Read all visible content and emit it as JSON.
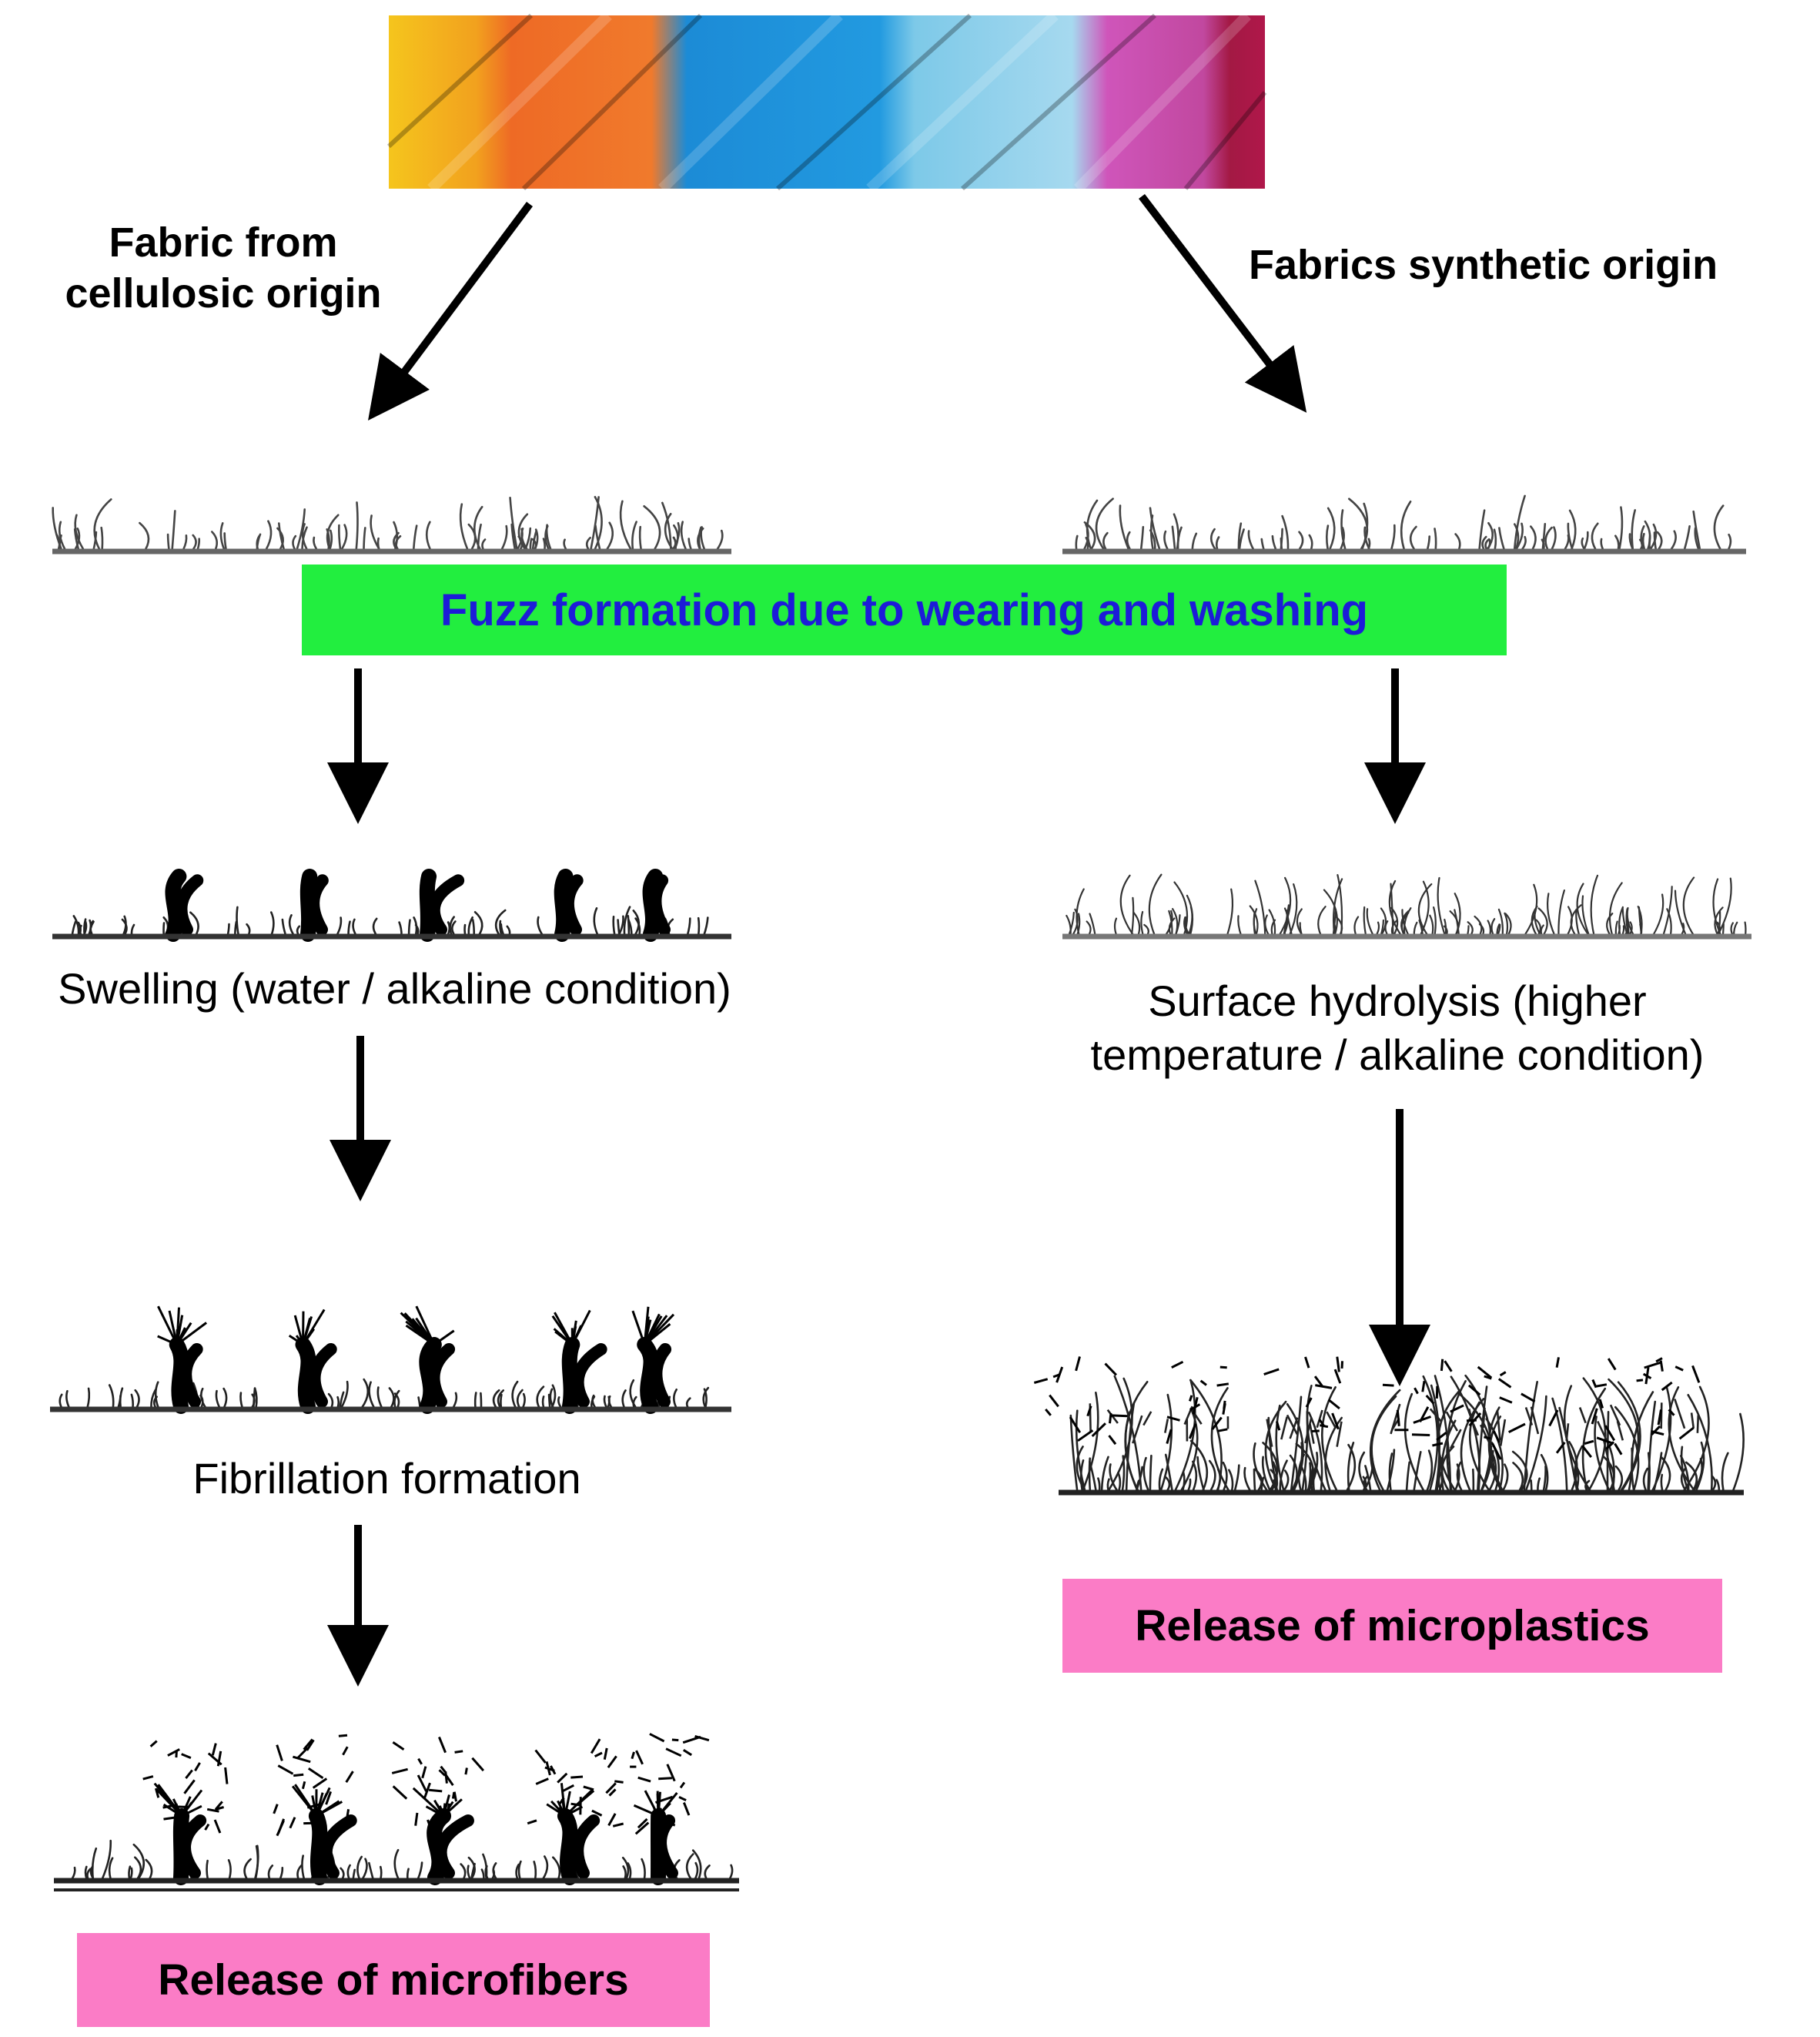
{
  "labels": {
    "left_origin": "Fabric from\ncellulosic origin",
    "right_origin": "Fabrics synthetic origin",
    "fuzz": "Fuzz formation due to wearing and washing",
    "swelling": "Swelling (water / alkaline condition)",
    "fibrillation": "Fibrillation formation",
    "release_fibers": "Release of microfibers",
    "hydrolysis": "Surface hydrolysis (higher\ntemperature / alkaline condition)",
    "release_plastics": "Release of microplastics"
  },
  "colors": {
    "fuzz_box": "#22ee3f",
    "fuzz_text": "#1c1cd8",
    "release_box": "#fb7cc6",
    "fabric_stripes": [
      "#f2b21b",
      "#f07028",
      "#1f8ed8",
      "#6cc2e6",
      "#c657b7",
      "#b61e4e"
    ]
  },
  "icons": {
    "fabric": "fabric-swatch-image",
    "fiber": "fiber-surface-illustration"
  }
}
